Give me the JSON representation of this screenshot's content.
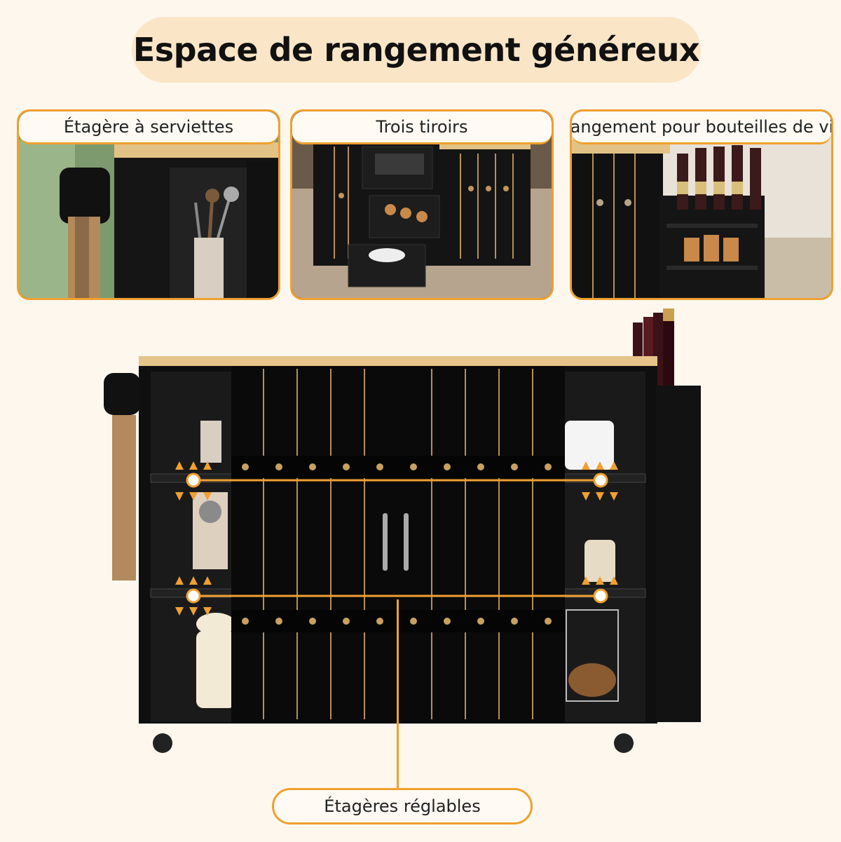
{
  "header": {
    "title": "Espace de rangement généreux"
  },
  "panels": [
    {
      "label": "Étagère à serviettes",
      "icon": "towel-rack-photo"
    },
    {
      "label": "Trois tiroirs",
      "icon": "drawers-photo"
    },
    {
      "label": "Rangement pour bouteilles de vin",
      "icon": "wine-rack-photo"
    }
  ],
  "footer": {
    "label": "Étagères réglables"
  },
  "colors": {
    "accent": "#f0a030",
    "cabinet": "#111111",
    "wood": "#e6c48a",
    "pill": "#fae6c7"
  }
}
